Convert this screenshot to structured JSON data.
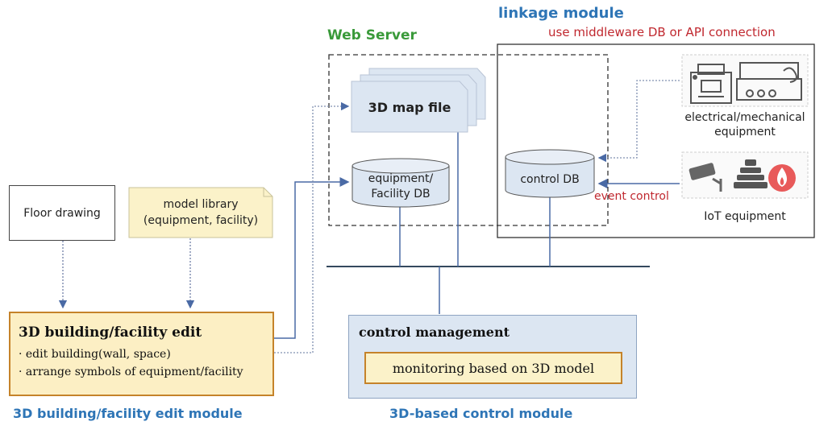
{
  "titles": {
    "linkage_module": "linkage module",
    "linkage_note": "use middleware DB or API connection",
    "web_server": "Web Server",
    "edit_module": "3D building/facility edit module",
    "control_module": "3D-based control module"
  },
  "nodes": {
    "map_file": "3D map file",
    "equipment_db_line1": "equipment/",
    "equipment_db_line2": "Facility DB",
    "control_db": "control DB",
    "electrical_line1": "electrical/mechanical",
    "electrical_line2": "equipment",
    "iot": "IoT equipment",
    "event_control": "event control",
    "floor_drawing": "Floor drawing",
    "model_library_line1": "model library",
    "model_library_line2": "(equipment, facility)"
  },
  "edit_box": {
    "title": "3D building/facility edit",
    "bullet1": "· edit building(wall, space)",
    "bullet2": "· arrange symbols of equipment/facility"
  },
  "control_box": {
    "title": "control management",
    "monitoring": "monitoring based on 3D model"
  },
  "icons": [
    "printer-machine-icon",
    "industrial-machine-icon",
    "cctv-camera-icon",
    "siren-icon",
    "fire-alarm-icon"
  ],
  "colors": {
    "title_blue": "#2e75b6",
    "web_server_green": "#3a9a3a",
    "annotation_red": "#c0282f",
    "node_fill": "#dce6f2",
    "note_fill": "#fbf2c9",
    "edit_fill": "#fcefc4",
    "edit_border": "#c5832a",
    "control_fill": "#dce6f2",
    "wire_blue": "#4a6aa5"
  }
}
